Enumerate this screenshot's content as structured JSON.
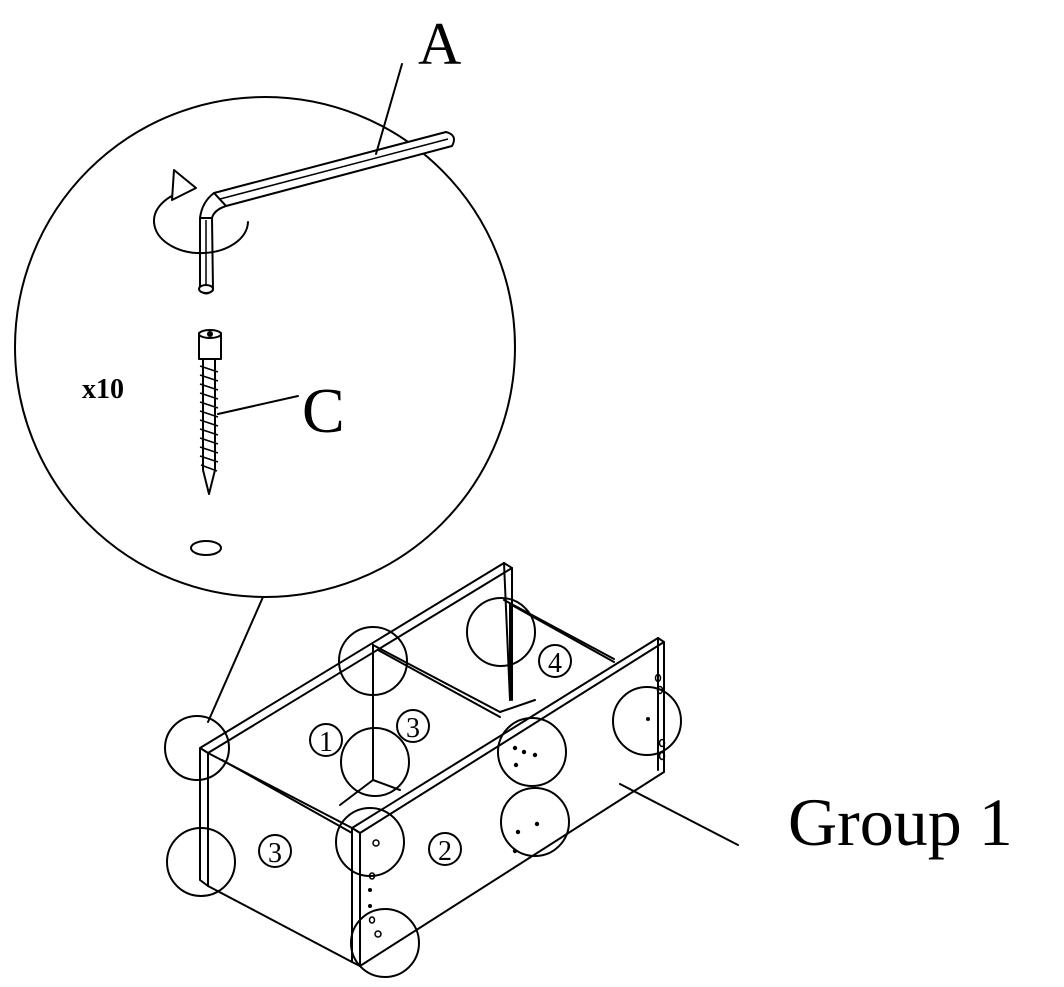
{
  "labels": {
    "wrench": "A",
    "screw": "C",
    "quantity": "x10",
    "group": "Group 1",
    "panel_numbers": [
      "1",
      "2",
      "3",
      "3",
      "4"
    ]
  },
  "colors": {
    "line": "#000000",
    "background": "#ffffff"
  }
}
